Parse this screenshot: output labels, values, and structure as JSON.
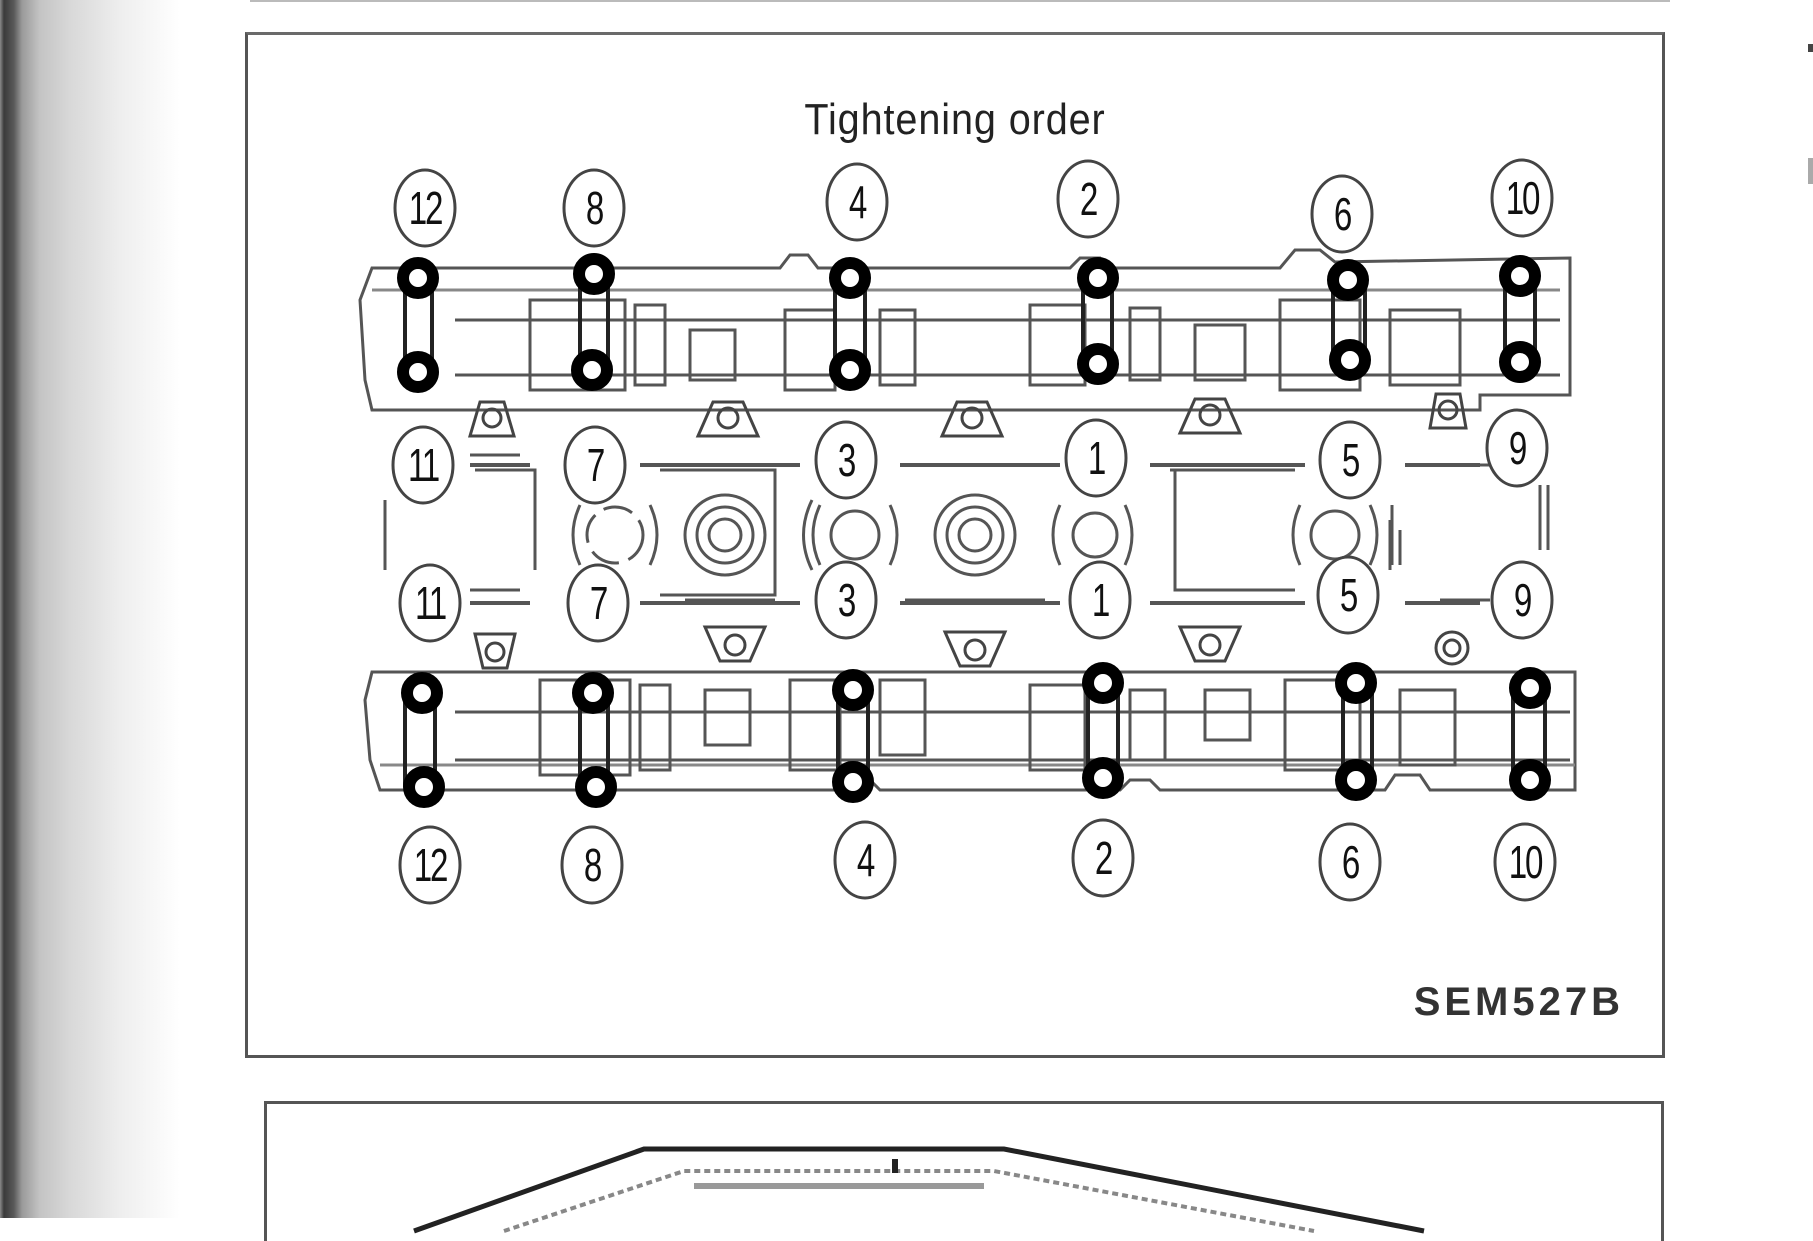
{
  "figure": {
    "title": "Tightening order",
    "code": "SEM527B",
    "type": "camshaft bracket bolt tightening sequence"
  },
  "bolt_labels": {
    "top_row": [
      "12",
      "8",
      "4",
      "2",
      "6",
      "10"
    ],
    "upper_middle_row": [
      "11",
      "7",
      "3",
      "1",
      "5",
      "9"
    ],
    "lower_middle_row": [
      "11",
      "7",
      "3",
      "1",
      "5",
      "9"
    ],
    "bottom_row": [
      "12",
      "8",
      "4",
      "2",
      "6",
      "10"
    ]
  },
  "colors": {
    "ink": "#111111",
    "line_grey": "#6a6a6a",
    "frame": "#555555",
    "paper": "#ffffff"
  }
}
